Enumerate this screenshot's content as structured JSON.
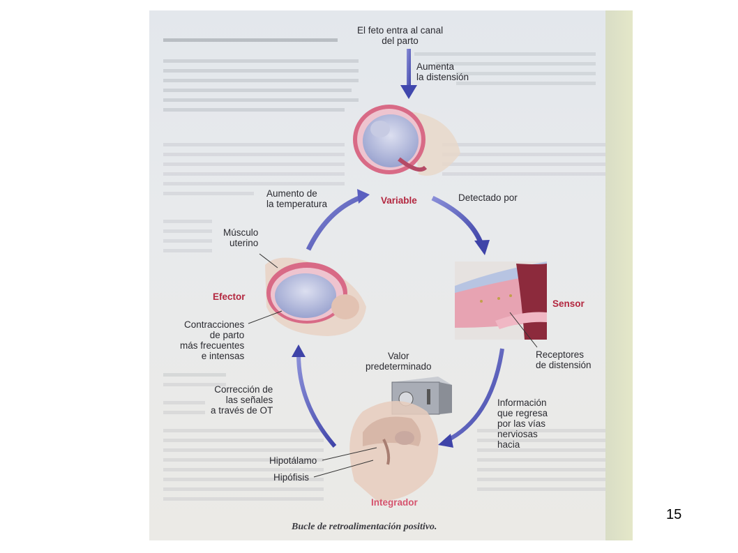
{
  "diagram": {
    "top_label": "El feto entra al canal\ndel parto",
    "stimulus": "Aumenta\nla distensión",
    "variable": "Variable",
    "detected_by": "Detectado por",
    "sensor": "Sensor",
    "receptors": "Receptores\nde distensión",
    "set_point": "Valor\npredeterminado",
    "info": "Información\nque regresa\npor las vías\nnerviosas\nhacia",
    "integrator": "Integrador",
    "hypothalamus": "Hipotálamo",
    "pituitary": "Hipófisis",
    "correction": "Corrección de\nlas señales\na través de OT",
    "effector": "Efector",
    "contractions": "Contracciones\nde parto\nmás frecuentes\ne intensas",
    "muscle": "Músculo\nuterino",
    "temp": "Aumento de\nla temperatura",
    "caption": "Bucle de retroalimentación positivo."
  },
  "page_number": "15",
  "colors": {
    "arrow": "#4a4fb5",
    "accent_red": "#b3273f",
    "tissue_pink": "#e7a3b2"
  },
  "icons": [
    "uterus-fetus-illustration",
    "uterine-wall-sensor-illustration",
    "head-brain-illustration",
    "setpoint-dial-box-icon"
  ]
}
